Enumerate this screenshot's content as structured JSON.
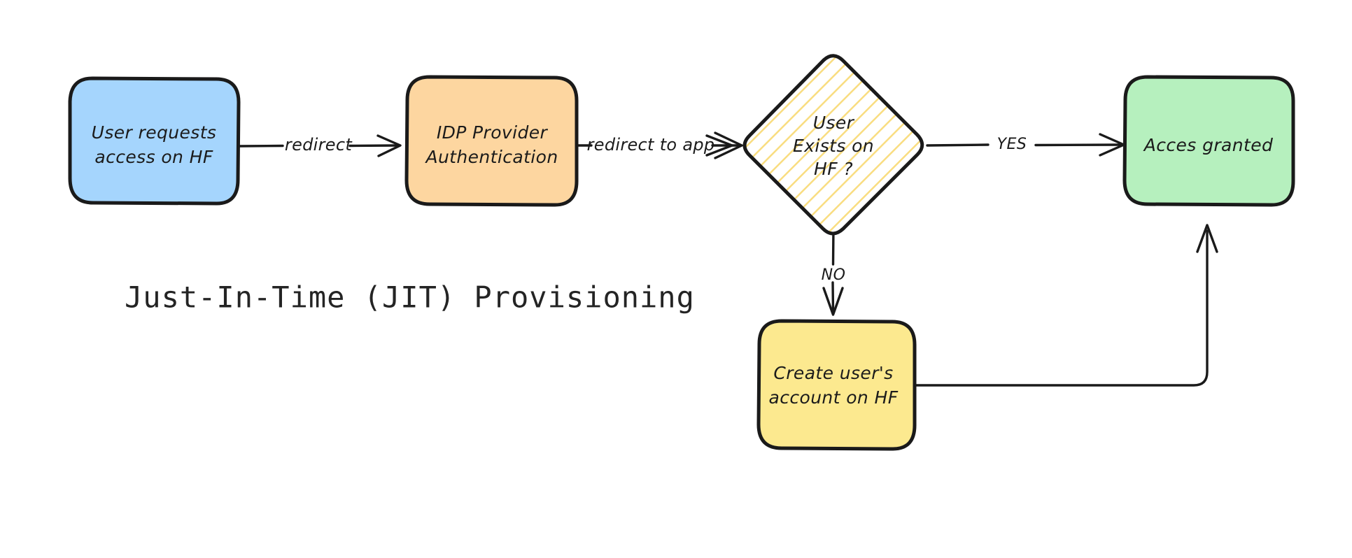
{
  "diagram": {
    "title": "Just-In-Time (JIT) Provisioning",
    "background_color": "#ffffff",
    "stroke_color": "#1a1a1a",
    "nodes": [
      {
        "id": "user-request",
        "shape": "rounded-rect",
        "fill": "#a5d5fd",
        "line1": "User requests",
        "line2": "access on HF"
      },
      {
        "id": "idp-auth",
        "shape": "rounded-rect",
        "fill": "#fdd6a0",
        "line1": "IDP Provider",
        "line2": "Authentication"
      },
      {
        "id": "user-exists",
        "shape": "diamond",
        "fill": "#ffffff",
        "hatch_color": "#f7d96a",
        "line1": "User",
        "line2": "Exists on",
        "line3": "HF ?"
      },
      {
        "id": "access-granted",
        "shape": "rounded-rect",
        "fill": "#b6f0be",
        "line1": "Acces granted"
      },
      {
        "id": "create-account",
        "shape": "rounded-rect",
        "fill": "#fce98f",
        "line1": "Create user's",
        "line2": "account on HF"
      }
    ],
    "edges": [
      {
        "id": "e1",
        "from": "user-request",
        "to": "idp-auth",
        "label": "redirect"
      },
      {
        "id": "e2",
        "from": "idp-auth",
        "to": "user-exists",
        "label": "redirect to app"
      },
      {
        "id": "e3",
        "from": "user-exists",
        "to": "access-granted",
        "label": "YES"
      },
      {
        "id": "e4",
        "from": "user-exists",
        "to": "create-account",
        "label": "NO"
      },
      {
        "id": "e5",
        "from": "create-account",
        "to": "access-granted",
        "label": ""
      }
    ]
  }
}
